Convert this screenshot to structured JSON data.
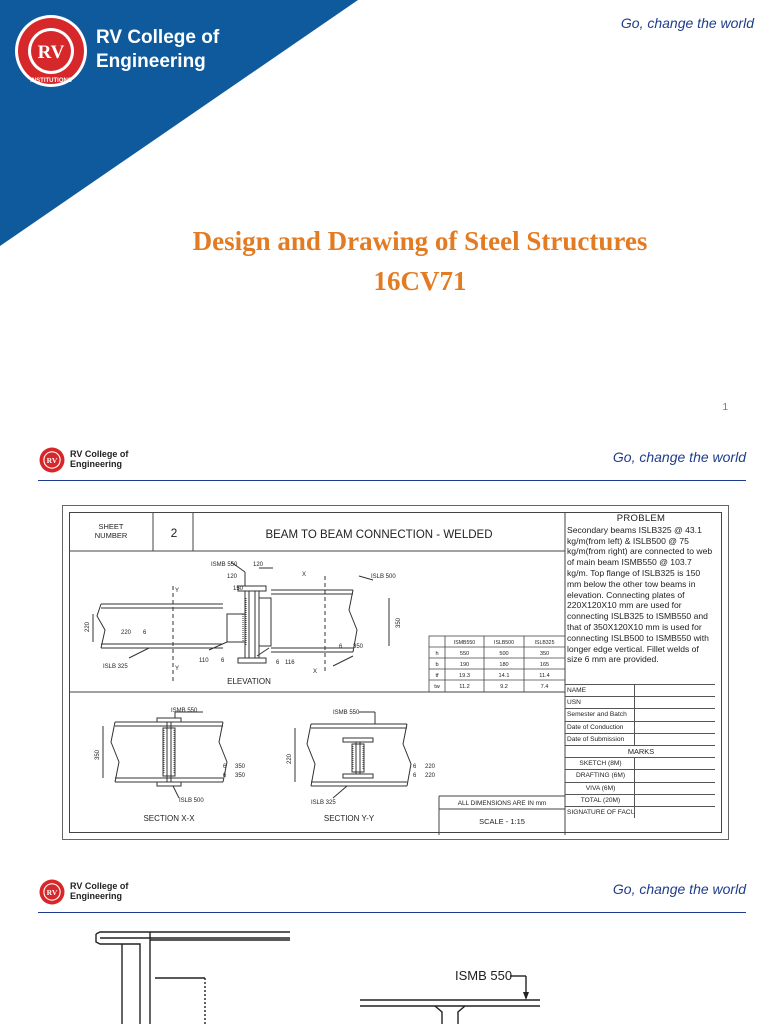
{
  "slide1": {
    "college_line1": "RV College of",
    "college_line2": "Engineering",
    "tagline": "Go, change the world",
    "title_line1": "Design and Drawing of Steel Structures",
    "title_line2": "16CV71",
    "page_number": "1",
    "logo_text": "RV",
    "logo_ring_text": "INSTITUTIONS"
  },
  "header": {
    "college_line1": "RV College of",
    "college_line2": "Engineering",
    "tagline": "Go, change the world"
  },
  "sheet": {
    "sheet_label_1": "SHEET",
    "sheet_label_2": "NUMBER",
    "sheet_number": "2",
    "drawing_title": "BEAM TO BEAM CONNECTION - WELDED",
    "problem_heading": "PROBLEM",
    "problem_text": "Secondary beams ISLB325 @ 43.1 kg/m(from left) & ISLB500 @ 75 kg/m(from right) are connected to web of main beam ISMB550 @ 103.7 kg/m. Top flange of ISLB325 is 150 mm below the other tow beams in elevation. Connecting plates of 220X120X10 mm are used for connecting ISLB325 to ISMB550 and that of 350X120X10 mm is used for connecting ISLB500 to ISMB550 with longer edge vertical. Fillet welds of size 6 mm are provided.",
    "elevation": {
      "label": "ELEVATION",
      "ismb": "ISMB 550",
      "islb500": "ISLB 500",
      "islb325": "ISLB 325",
      "d120a": "120",
      "d120b": "120",
      "d150": "150",
      "d220": "220",
      "d350": "350",
      "w220": "220",
      "w6a": "6",
      "w110": "110",
      "w6b": "6",
      "w116": "116",
      "w6c": "6",
      "w350": "350",
      "x": "X",
      "y": "Y"
    },
    "props": {
      "headers": [
        "",
        "ISMB550",
        "ISLB500",
        "ISLB325"
      ],
      "rows": [
        [
          "h",
          "550",
          "500",
          "350"
        ],
        [
          "b",
          "190",
          "180",
          "165"
        ],
        [
          "tf",
          "19.3",
          "14.1",
          "11.4"
        ],
        [
          "tw",
          "11.2",
          "9.2",
          "7.4"
        ]
      ]
    },
    "section_xx": {
      "label": "SECTION X-X",
      "ismb": "ISMB 550",
      "islb": "ISLB 500",
      "d350": "350",
      "w6a": "6",
      "w350a": "350",
      "w6b": "6",
      "w350b": "350"
    },
    "section_yy": {
      "label": "SECTION Y-Y",
      "ismb": "ISMB 550",
      "islb": "ISLB 325",
      "d220": "220",
      "w6a": "6",
      "w220a": "220",
      "w6b": "6",
      "w220b": "220"
    },
    "dims_note": "ALL DIMENSIONS ARE IN mm",
    "scale": "SCALE - 1:15",
    "info_rows": [
      {
        "k": "NAME",
        "type": "kv"
      },
      {
        "k": "USN",
        "type": "kv"
      },
      {
        "k": "Semester and Batch",
        "type": "kv"
      },
      {
        "k": "Date of Conduction",
        "type": "kv"
      },
      {
        "k": "Date of Submission",
        "type": "kv"
      },
      {
        "k": "MARKS",
        "type": "full"
      },
      {
        "k": "SKETCH (8M)",
        "type": "center"
      },
      {
        "k": "DRAFTING (6M)",
        "type": "center"
      },
      {
        "k": "VIVA (6M)",
        "type": "center"
      },
      {
        "k": "TOTAL (20M)",
        "type": "center"
      },
      {
        "k": "SIGNATURE OF FACULTY",
        "type": "kv"
      }
    ]
  },
  "slide3": {
    "ismb_label": "ISMB 550"
  },
  "colors": {
    "brand_blue": "#0f5a9c",
    "title_orange": "#e37b22",
    "tagline_blue": "#1f3d8c",
    "logo_red": "#d6272a"
  }
}
